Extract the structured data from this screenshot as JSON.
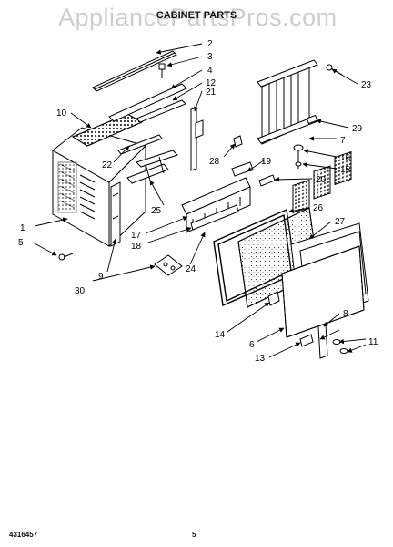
{
  "watermark": "AppliancePartsPros.com",
  "title": "CABINET PARTS",
  "subtitle": "",
  "document_number": "4316457",
  "page_number": "5",
  "callouts": {
    "p1": "1",
    "p2": "2",
    "p3": "3",
    "p4": "4",
    "p5": "5",
    "p6": "6",
    "p7": "7",
    "p8": "8",
    "p9": "9",
    "p10": "10",
    "p11": "11",
    "p12": "12",
    "p13": "13",
    "p14": "14",
    "p15": "15",
    "p16": "16",
    "p17": "17",
    "p18": "18",
    "p19": "19",
    "p20": "20",
    "p21": "21",
    "p22": "22",
    "p23": "23",
    "p24": "24",
    "p25": "25",
    "p26": "26",
    "p27": "27",
    "p28": "28",
    "p29": "29",
    "p30": "30"
  }
}
